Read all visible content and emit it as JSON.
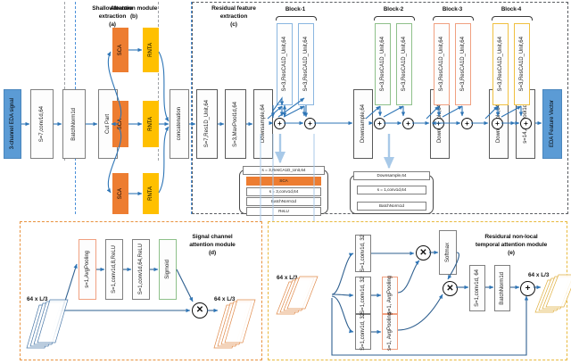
{
  "sections": {
    "a": {
      "title": "Shallowfeature\nextraction\n(a)",
      "lines": [
        "Shallowfeature",
        "extraction",
        "(a)"
      ]
    },
    "b": {
      "lines": [
        "Attention module",
        "(b)"
      ]
    },
    "c": {
      "lines": [
        "Residual feature",
        "extraction",
        "(c)"
      ]
    },
    "d": {
      "lines": [
        "Signal channel",
        "attention module",
        "(d)"
      ]
    },
    "e": {
      "lines": [
        "Residural non-local",
        "temporal attention module",
        "(e)"
      ]
    }
  },
  "input": {
    "label": "3-channel EDA signal",
    "color": "#5b9bd5"
  },
  "shallow": {
    "conv": "S=7,conv1d,64",
    "bn": "BatchNorm1d"
  },
  "attention": {
    "cut": "Cut Part",
    "sca": "SCA",
    "rnta": "RNTA",
    "concat": "concatenation",
    "sca_color": "#ed7d31",
    "rnta_color": "#ffc000",
    "branches": 3
  },
  "residual": {
    "res1d": "S=7,Res1D_Unit,64",
    "maxpool": "S=3,MaxPool1d,64",
    "downsample": "Downsample,64",
    "avgpool": "s=14,AvgPool1d",
    "unit": "S=3,ResCA1D_Unit,64",
    "output": "EDA Feature Vector",
    "output_color": "#5b9bd5",
    "blocks": [
      {
        "label": "Block-1",
        "color": "#8ab6e0"
      },
      {
        "label": "Block-2",
        "color": "#8ec08a"
      },
      {
        "label": "Block-3",
        "color": "#f0a080"
      },
      {
        "label": "Block-4",
        "color": "#f0c040"
      }
    ]
  },
  "detail_unit": {
    "header": "s = 3,ResCA1D_Unit,64",
    "rows": [
      "SCA",
      "s = 3,conv1d,64",
      "BatchNorm1d",
      "ReLU"
    ],
    "sca_color": "#ed7d31"
  },
  "detail_down": {
    "header": "Downsample,64",
    "rows": [
      "s = 1,conv1d,64",
      "BatchNorm1d"
    ]
  },
  "module_d": {
    "in_label": "64 x L/3",
    "out_label": "64 x L/3",
    "boxes": [
      {
        "label": "s=1,AvgPooling",
        "border": "#f0a080"
      },
      {
        "label": "S=1,conv1d,8,ReLU",
        "border": "#7f7f7f"
      },
      {
        "label": "S=1,conv1d,64,ReLU",
        "border": "#7f7f7f"
      },
      {
        "label": "Sigmoid",
        "border": "#8ec08a"
      }
    ],
    "op": "✕"
  },
  "module_e": {
    "in_label": "64 x L/3",
    "out_label": "64 x L/3",
    "conv_top": "S=1,conv1d,\n32",
    "conv_mid": "S=1,conv1d,\n32",
    "conv_bot": "S=1,conv1d,\n32",
    "conv_label": "S=1,conv1d, 32",
    "avgpool": "s=1, AvgPooling",
    "softmax": "Softmax",
    "conv64": "S=1,conv1d, 64",
    "bn": "BatchNorm1d",
    "mul": "✕",
    "add": "+"
  }
}
